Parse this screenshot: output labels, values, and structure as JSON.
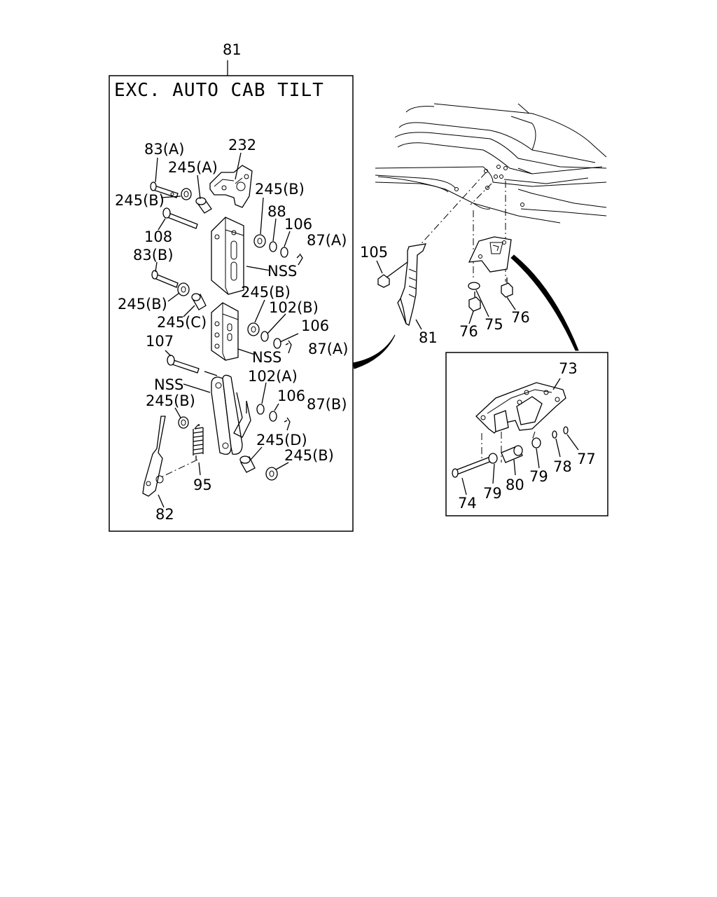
{
  "box_title": "EXC. AUTO CAB TILT",
  "labels": {
    "l81_top": "81",
    "l83a": "83(A)",
    "l232": "232",
    "l245a": "245(A)",
    "l245b_1": "245(B)",
    "l245b_2": "245(B)",
    "l88": "88",
    "l106_1": "106",
    "l108": "108",
    "l87a_1": "87(A)",
    "l83b": "83(B)",
    "l nss_1": "NSS",
    "l245b_3": "245(B)",
    "l245b_4": "245(B)",
    "l102b": "102(B)",
    "l245c": "245(C)",
    "l106_2": "106",
    "l107": "107",
    "l87a_2": "87(A)",
    "lnss_2": "NSS",
    "lnss_3": "NSS",
    "l102a": "102(A)",
    "l245b_5": "245(B)",
    "l106_3": "106",
    "l87b": "87(B)",
    "l245d": "245(D)",
    "l245b_6": "245(B)",
    "l95": "95",
    "l82": "82",
    "l105": "105",
    "l81_side": "81",
    "l76_1": "76",
    "l75": "75",
    "l76_2": "76",
    "l73": "73",
    "l77": "77",
    "l78": "78",
    "l79_1": "79",
    "l80": "80",
    "l79_2": "79",
    "l74": "74"
  }
}
